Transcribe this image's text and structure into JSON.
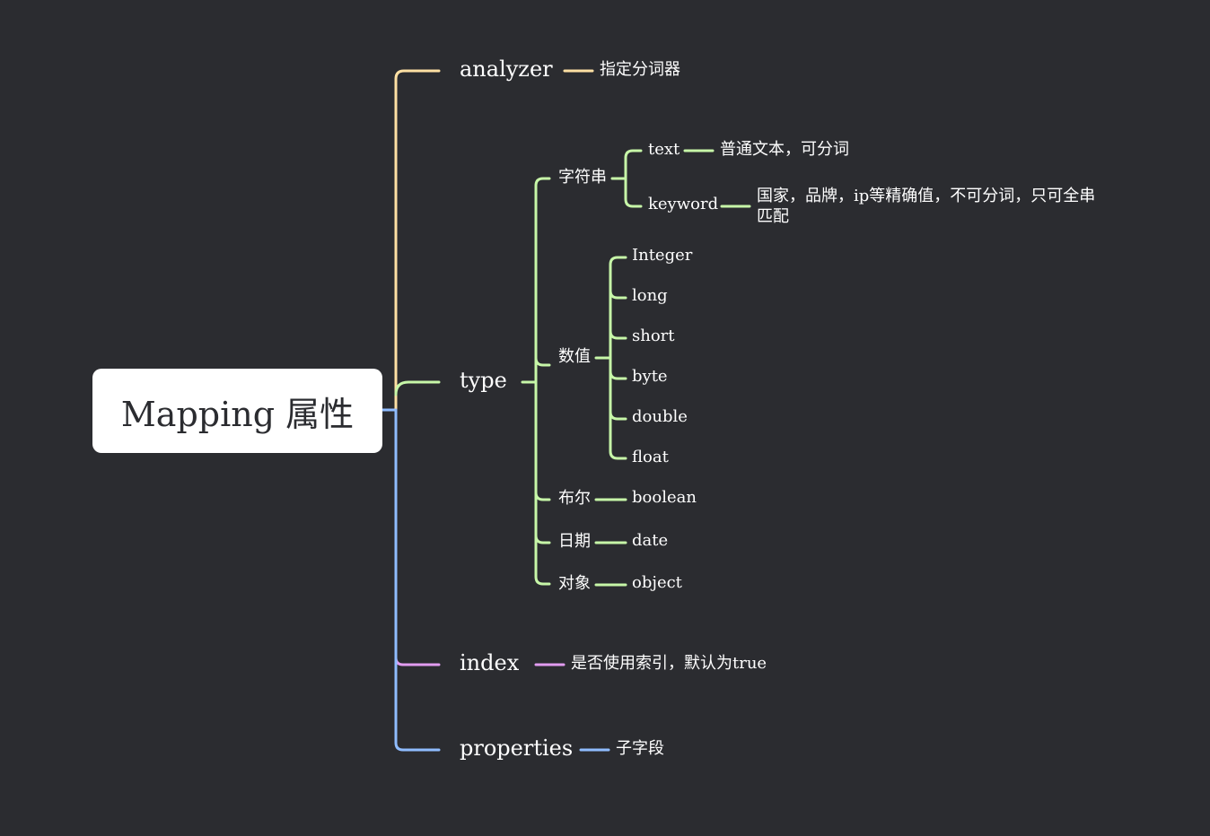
{
  "colors": {
    "background": "#2b2c30",
    "analyzer": "#ffe0a3",
    "type": "#c7f7a8",
    "index": "#e29cf0",
    "properties": "#8fbcff"
  },
  "root": {
    "label": "Mapping 属性"
  },
  "analyzer": {
    "label": "analyzer",
    "note": "指定分词器"
  },
  "type": {
    "label": "type",
    "string": {
      "label": "字符串",
      "text": {
        "label": "text",
        "note": "普通文本，可分词"
      },
      "keyword": {
        "label": "keyword",
        "note": "国家，品牌，ip等精确值，不可分词，只可全串匹配"
      }
    },
    "number": {
      "label": "数值",
      "items": [
        "Integer",
        "long",
        "short",
        "byte",
        "double",
        "float"
      ]
    },
    "bool": {
      "label": "布尔",
      "value": "boolean"
    },
    "date": {
      "label": "日期",
      "value": "date"
    },
    "object": {
      "label": "对象",
      "value": "object"
    }
  },
  "index": {
    "label": "index",
    "note": "是否使用索引，默认为true"
  },
  "properties": {
    "label": "properties",
    "note": "子字段"
  }
}
